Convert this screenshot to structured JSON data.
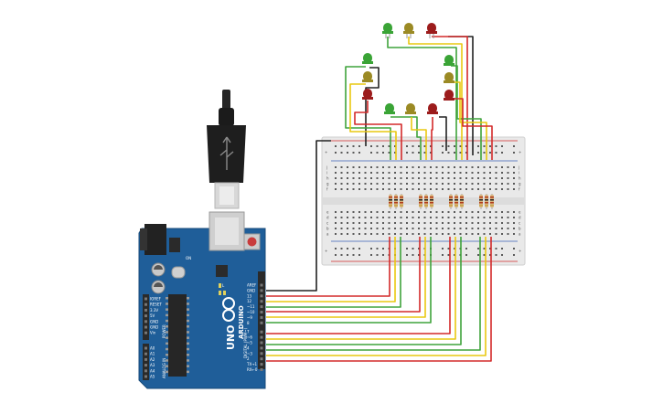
{
  "colors": {
    "board_blue": "#1f5e99",
    "breadboard": "#e9e9e9",
    "rail_red": "#d22d2d",
    "rail_blue": "#3a5fb5",
    "wire_red": "#d32a2a",
    "wire_yellow": "#e9c811",
    "wire_green": "#3fa33b",
    "wire_black": "#222222",
    "led_green": "#3aa436",
    "led_yellow": "#9b8a24",
    "led_red": "#9c1c1c"
  },
  "arduino": {
    "brand": "ARDUINO",
    "model": "UNO",
    "digital_header": "DIGITAL (PWM~)",
    "pin_labels": [
      "AREF",
      "GND",
      "13",
      "12",
      "~11",
      "~10",
      "~9",
      "8",
      "7",
      "~6",
      "~5",
      "4",
      "~3",
      "2",
      "TX→1",
      "RX←0"
    ],
    "power_header": "POWER",
    "power_labels": [
      "IOREF",
      "RESET",
      "3.3V",
      "5V",
      "GND",
      "GND",
      "Vin"
    ],
    "analog_header": "ANALOG IN",
    "analog_labels": [
      "A0",
      "A1",
      "A2",
      "A3",
      "A4",
      "A5"
    ],
    "led_labels": [
      "L",
      "TX",
      "RX"
    ],
    "on_label": "ON"
  },
  "breadboard": {
    "rail_plus": "+",
    "rail_minus": "-",
    "row_labels": [
      "a",
      "b",
      "c",
      "d",
      "e",
      "f",
      "g",
      "h",
      "i",
      "j"
    ]
  },
  "traffic_lights": [
    {
      "name": "top",
      "leds": [
        "green",
        "yellow",
        "red"
      ]
    },
    {
      "name": "left",
      "leds": [
        "green",
        "yellow",
        "red"
      ]
    },
    {
      "name": "right",
      "leds": [
        "green",
        "yellow",
        "red"
      ]
    },
    {
      "name": "bottom",
      "leds": [
        "green",
        "yellow",
        "red"
      ]
    }
  ]
}
